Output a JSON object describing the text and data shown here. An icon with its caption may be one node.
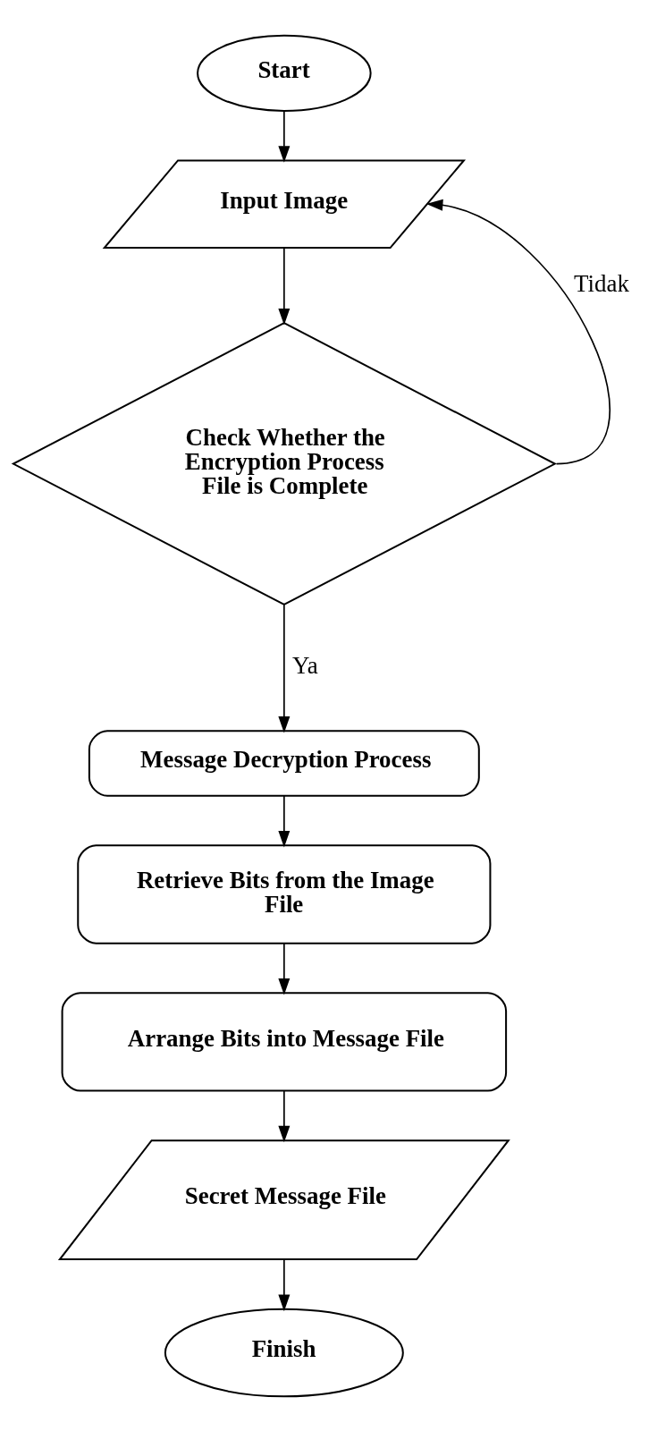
{
  "diagram": {
    "nodes": [
      {
        "text": [
          "Start"
        ]
      },
      {
        "text": [
          "Input Image"
        ]
      },
      {
        "text": [
          "Check Whether the Encryption Process File is Complete"
        ]
      },
      {
        "text": [
          "Message Decryption Process"
        ]
      },
      {
        "text": [
          "Retrieve Bits from the Image File"
        ]
      },
      {
        "text": [
          "Arrange Bits into Message File"
        ]
      },
      {
        "text": [
          "Secret Message File"
        ]
      },
      {
        "text": [
          "Finish"
        ]
      }
    ],
    "edges": [
      {
        "from": 0,
        "to": 1,
        "arrow": "to"
      },
      {
        "from": 1,
        "to": 2,
        "arrow": "to"
      },
      {
        "from": 2,
        "to": 1,
        "arrow": "to",
        "label": "Tidak"
      },
      {
        "from": 2,
        "to": 3,
        "arrow": "to",
        "label": "Ya"
      },
      {
        "from": 3,
        "to": 4,
        "arrow": "to"
      },
      {
        "from": 4,
        "to": 5,
        "arrow": "to"
      },
      {
        "from": 5,
        "to": 6,
        "arrow": "to"
      },
      {
        "from": 6,
        "to": 7,
        "arrow": "to"
      }
    ]
  }
}
